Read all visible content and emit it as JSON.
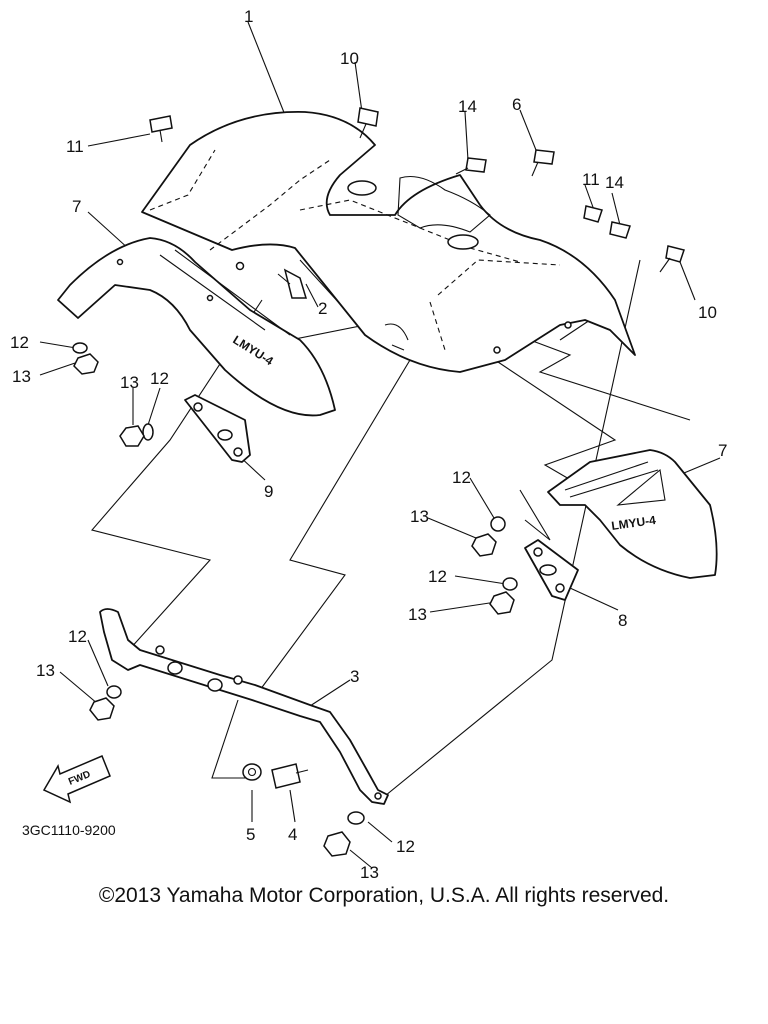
{
  "diagram": {
    "part_numbers": {
      "p1": "1",
      "p2": "2",
      "p3": "3",
      "p4": "4",
      "p5": "5",
      "p6": "6",
      "p7a": "7",
      "p7b": "7",
      "p8": "8",
      "p9": "9",
      "p10a": "10",
      "p10b": "10",
      "p11a": "11",
      "p11b": "11",
      "p12a": "12",
      "p12b": "12",
      "p12c": "12",
      "p12d": "12",
      "p12e": "12",
      "p12f": "12",
      "p13a": "13",
      "p13b": "13",
      "p13c": "13",
      "p13d": "13",
      "p13e": "13",
      "p13f": "13",
      "p14a": "14",
      "p14b": "14"
    },
    "plate_left_text": "LMYU-4",
    "plate_right_text": "LMYU-4",
    "fwd_label": "FWD",
    "drawing_code": "3GC1110-9200"
  },
  "footer": {
    "copyright": "©2013 Yamaha Motor Corporation, U.S.A. All rights reserved."
  }
}
